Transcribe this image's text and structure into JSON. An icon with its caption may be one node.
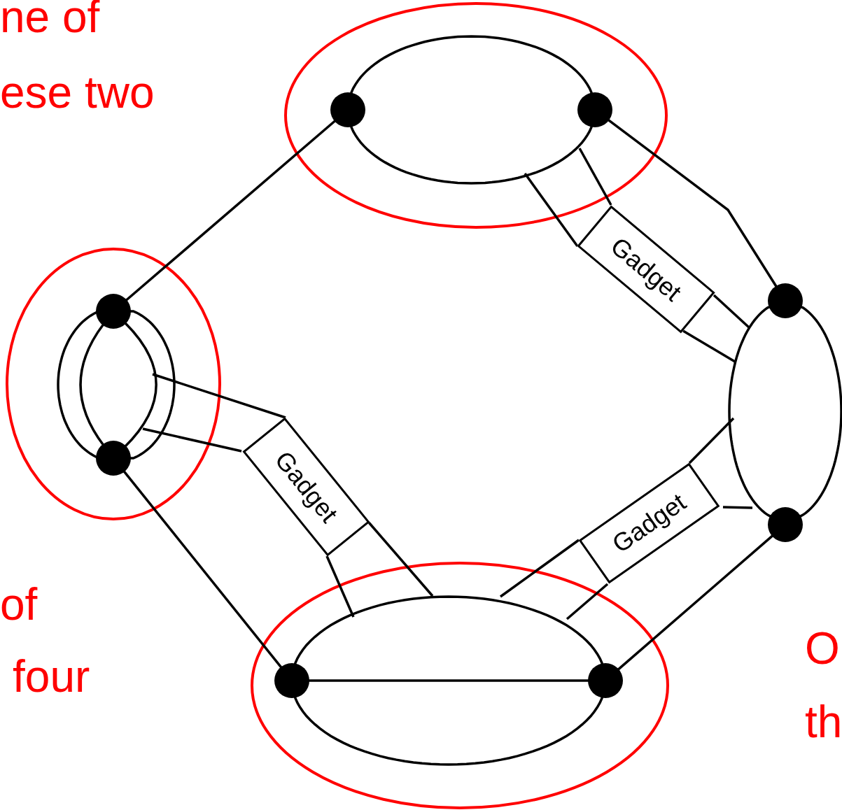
{
  "diagram": {
    "nodes": [
      {
        "text": [],
        "shape": "circle"
      },
      {
        "text": [],
        "shape": "circle"
      },
      {
        "text": [],
        "shape": "circle"
      },
      {
        "text": [],
        "shape": "circle"
      },
      {
        "text": [
          "Gadget"
        ]
      },
      {
        "text": [],
        "shape": "circle"
      },
      {
        "text": [
          "Gadget"
        ]
      },
      {
        "text": [
          "Gadget"
        ]
      },
      {
        "text": [],
        "shape": "circle"
      },
      {
        "text": [],
        "shape": "circle"
      },
      {
        "text": [],
        "shape": "circle"
      }
    ],
    "edges": [
      {
        "from": 0,
        "to": 2,
        "arrow": "none"
      },
      {
        "from": 3,
        "to": 9,
        "arrow": "none"
      },
      {
        "from": 1,
        "to": 5,
        "arrow": "none"
      },
      {
        "from": 8,
        "to": 10,
        "arrow": "none"
      },
      {
        "from": 9,
        "to": 10,
        "arrow": "none"
      },
      {
        "from": 2,
        "to": 3,
        "arrow": "none"
      },
      {
        "from": 2,
        "to": 3,
        "arrow": "none"
      },
      {
        "from": 0,
        "to": 1,
        "arrow": "none"
      },
      {
        "from": 0,
        "to": 1,
        "arrow": "none"
      },
      {
        "from": 2,
        "to": 3,
        "arrow": "none"
      },
      {
        "from": 2,
        "to": 3,
        "arrow": "none"
      },
      {
        "from": 5,
        "to": 8,
        "arrow": "none"
      },
      {
        "from": 5,
        "to": 8,
        "arrow": "none"
      },
      {
        "from": 9,
        "to": 10,
        "arrow": "none"
      },
      {
        "from": 9,
        "to": 10,
        "arrow": "none"
      },
      {
        "from": 4,
        "to": null,
        "arrow": "none"
      },
      {
        "from": 4,
        "to": null,
        "arrow": "none"
      },
      {
        "from": 4,
        "to": null,
        "arrow": "none"
      },
      {
        "from": 4,
        "to": null,
        "arrow": "none"
      },
      {
        "from": 6,
        "to": null,
        "arrow": "none"
      },
      {
        "from": 6,
        "to": null,
        "arrow": "none"
      },
      {
        "from": 6,
        "to": null,
        "arrow": "none"
      },
      {
        "from": 6,
        "to": null,
        "arrow": "none"
      },
      {
        "from": 7,
        "to": null,
        "arrow": "none"
      },
      {
        "from": 7,
        "to": null,
        "arrow": "none"
      },
      {
        "from": 7,
        "to": null,
        "arrow": "none"
      },
      {
        "from": 7,
        "to": null,
        "arrow": "none"
      }
    ],
    "labels": [
      "ne of",
      "ese two",
      "of",
      "four",
      "O",
      "th"
    ]
  }
}
